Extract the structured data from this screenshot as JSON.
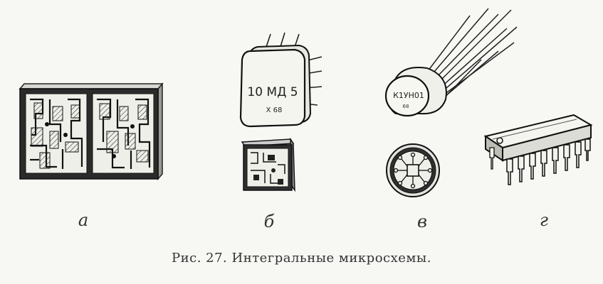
{
  "figure": {
    "caption": "Рис. 27. Интегральные микросхемы.",
    "labels": {
      "a": "а",
      "b": "б",
      "v": "в",
      "g": "г"
    },
    "chips": {
      "square_can_marking": "10 МД 5",
      "square_can_submark": "Х 68",
      "round_can_marking": "К1УН01",
      "round_can_submark": "68"
    }
  }
}
